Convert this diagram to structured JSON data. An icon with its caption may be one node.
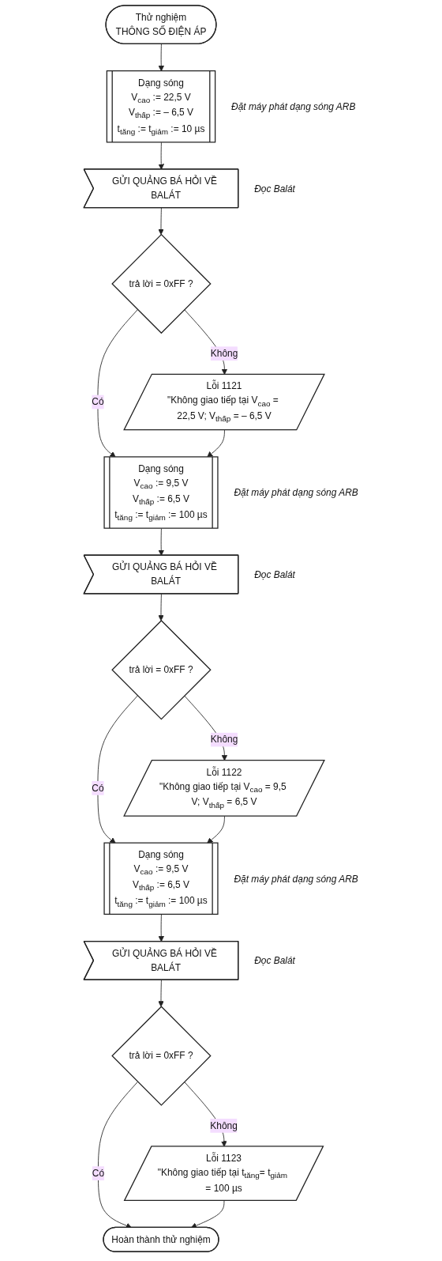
{
  "diagram": {
    "nodes": [
      {
        "text": [
          "Thử nghiệm",
          "THÔNG SỐ ĐIỆN ÁP"
        ]
      },
      {
        "text": [
          "Dạng sóng",
          "V$_{cao}$ := 22,5 V",
          "V$_{thấp}$ := – 6,5 V",
          "t$_{tăng}$ := t$_{giảm}$ := 10 µs"
        ],
        "beside": [
          "Đặt máy phát dạng sóng ARB"
        ]
      },
      {
        "text": [
          "GỬI QUẢNG BÁ HỎI VỀ BALÁT"
        ],
        "beside": [
          "Đọc Balát"
        ]
      },
      {
        "text": [
          "trả lời = 0xFF ?"
        ]
      },
      {
        "text": [
          "Lỗi 1121",
          "\"Không giao tiếp tại V$_{cao}$ = 22,5 V; V$_{thấp}$ = – 6,5 V"
        ]
      },
      {
        "text": [
          "Dạng sóng",
          "V$_{cao}$ := 9,5 V",
          "V$_{thấp}$ := 6,5 V",
          "t$_{tăng}$ := t$_{giảm}$ := 100 µs"
        ],
        "beside": [
          "Đặt máy phát dạng sóng ARB"
        ]
      },
      {
        "text": [
          "GỬI QUẢNG BÁ HỎI VỀ BALÁT"
        ],
        "beside": [
          "Đọc Balát"
        ]
      },
      {
        "text": [
          "trả lời = 0xFF ?"
        ]
      },
      {
        "text": [
          "Lỗi 1122",
          "\"Không giao tiếp tại V$_{cao}$ = 9,5 V; V$_{thấp}$ = 6,5 V"
        ]
      },
      {
        "text": [
          "Dạng sóng",
          "V$_{cao}$ := 9,5 V",
          "V$_{thấp}$ := 6,5 V",
          "t$_{tăng}$ := t$_{giảm}$ := 100 µs"
        ],
        "beside": [
          "Đặt máy phát dạng sóng ARB"
        ]
      },
      {
        "text": [
          "GỬI QUẢNG BÁ HỎI VỀ BALÁT"
        ],
        "beside": [
          "Đọc Balát"
        ]
      },
      {
        "text": [
          "trả lời = 0xFF ?"
        ]
      },
      {
        "text": [
          "Lỗi 1123",
          "\"Không giao tiếp tại t$_{tăng}$= t$_{giảm}$ = 100 µs"
        ]
      },
      {
        "text": [
          "Hoàn thành thử nghiệm"
        ]
      }
    ],
    "edges": [
      {
        "from": 0,
        "to": 1,
        "arrow": "to"
      },
      {
        "from": 1,
        "to": 2,
        "arrow": "to"
      },
      {
        "from": 2,
        "to": 3,
        "arrow": "to"
      },
      {
        "from": 3,
        "to": 4,
        "arrow": "to",
        "label": "Không"
      },
      {
        "from": 3,
        "to": 5,
        "arrow": "to",
        "label": "Có"
      },
      {
        "from": 4,
        "to": 5,
        "arrow": "to"
      },
      {
        "from": 5,
        "to": 6,
        "arrow": "to"
      },
      {
        "from": 6,
        "to": 7,
        "arrow": "to"
      },
      {
        "from": 7,
        "to": 8,
        "arrow": "to",
        "label": "Không"
      },
      {
        "from": 7,
        "to": 9,
        "arrow": "to",
        "label": "Có"
      },
      {
        "from": 8,
        "to": 9,
        "arrow": "to"
      },
      {
        "from": 9,
        "to": 10,
        "arrow": "to"
      },
      {
        "from": 10,
        "to": 11,
        "arrow": "to"
      },
      {
        "from": 11,
        "to": 12,
        "arrow": "to",
        "label": "Không"
      },
      {
        "from": 11,
        "to": 13,
        "arrow": "to",
        "label": "Có"
      },
      {
        "from": 12,
        "to": 13,
        "arrow": "to"
      }
    ]
  }
}
